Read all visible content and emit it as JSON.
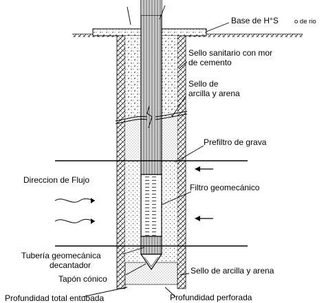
{
  "labels": {
    "base": "Base de H°S",
    "side_note": "o de rio",
    "sello_sanitario_1": "Sello sanitario con mor",
    "sello_sanitario_2": "de cemento",
    "sello_arcilla_1": "Sello de",
    "sello_arcilla_2": "arcilla y arena",
    "prefiltro": "Prefiltro de grava",
    "direccion": "Direccion de Flujo",
    "filtro": "Filtro geomecánico",
    "tuberia_1": "Tubería geomecánica",
    "tuberia_2": "decantador",
    "sello_arcilla_bottom": "Sello de arcilla y arena",
    "tapon": "Tapón cónico",
    "prof_entubada": "Profundidad total entubada",
    "prof_perforada": "Profundidad perforada"
  },
  "colors": {
    "line": "#000000",
    "background": "#ffffff"
  }
}
